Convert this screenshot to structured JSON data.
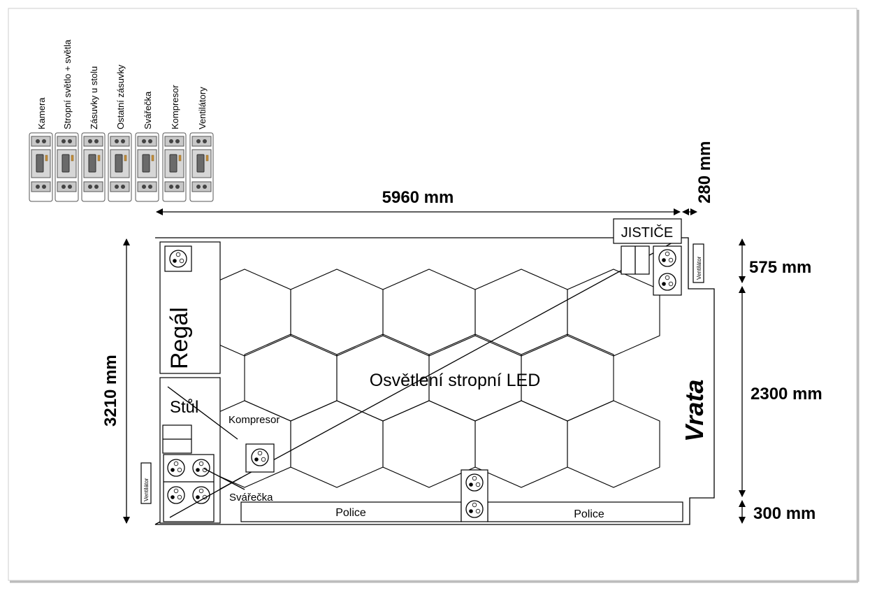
{
  "breakers": [
    "Kamera",
    "Stropní světlo + světla",
    "Zásuvky u stolu",
    "Ostatní zásuvky",
    "Svářečka",
    "Kompresor",
    "Ventilátory"
  ],
  "dimensions": {
    "width": "5960 mm",
    "offset": "280 mm",
    "height": "3210 mm",
    "right_top": "575 mm",
    "right_mid": "2300 mm",
    "right_bottom": "300 mm"
  },
  "labels": {
    "shelf": "Regál",
    "table": "Stůl",
    "breaker_box": "JISTIČE",
    "gate": "Vrata",
    "lighting": "Osvětlení stropní LED",
    "compressor": "Kompresor",
    "welder": "Svářečka",
    "fan": "Ventilátor",
    "shelf_bottom": "Police"
  }
}
